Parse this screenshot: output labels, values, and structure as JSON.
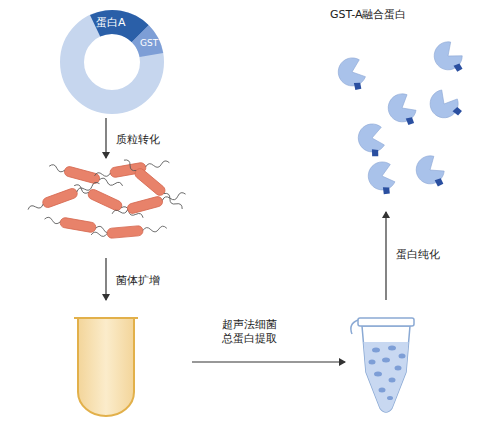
{
  "diagram": {
    "labels": [
      "蛋白A",
      "GST",
      "质粒转化",
      "菌体扩增",
      "超声法细菌 总蛋白提取",
      "蛋白纯化",
      "GST-A融合蛋白"
    ]
  }
}
